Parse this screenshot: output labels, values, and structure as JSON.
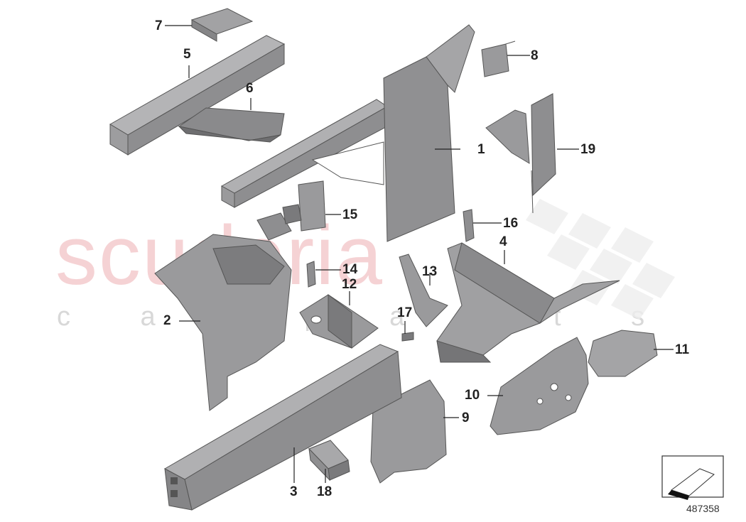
{
  "watermark": {
    "brand": "scuderia",
    "tagline": "c a r    p a r t s"
  },
  "callouts": {
    "c1": "1",
    "c2": "2",
    "c3": "3",
    "c4": "4",
    "c5": "5",
    "c6": "6",
    "c7": "7",
    "c8": "8",
    "c9": "9",
    "c10": "10",
    "c11": "11",
    "c12": "12",
    "c13": "13",
    "c14": "14",
    "c15": "15",
    "c16": "16",
    "c17": "17",
    "c18": "18",
    "c19": "19"
  },
  "document_number": "487358",
  "colors": {
    "part_fill": "#8e8e90",
    "part_dark": "#6a6a6c",
    "part_light": "#b4b4b6",
    "outline": "#444444",
    "leader": "#222222",
    "watermark": "#f2c4c6"
  },
  "icons": {
    "orientation": "arrow-direction-icon"
  }
}
